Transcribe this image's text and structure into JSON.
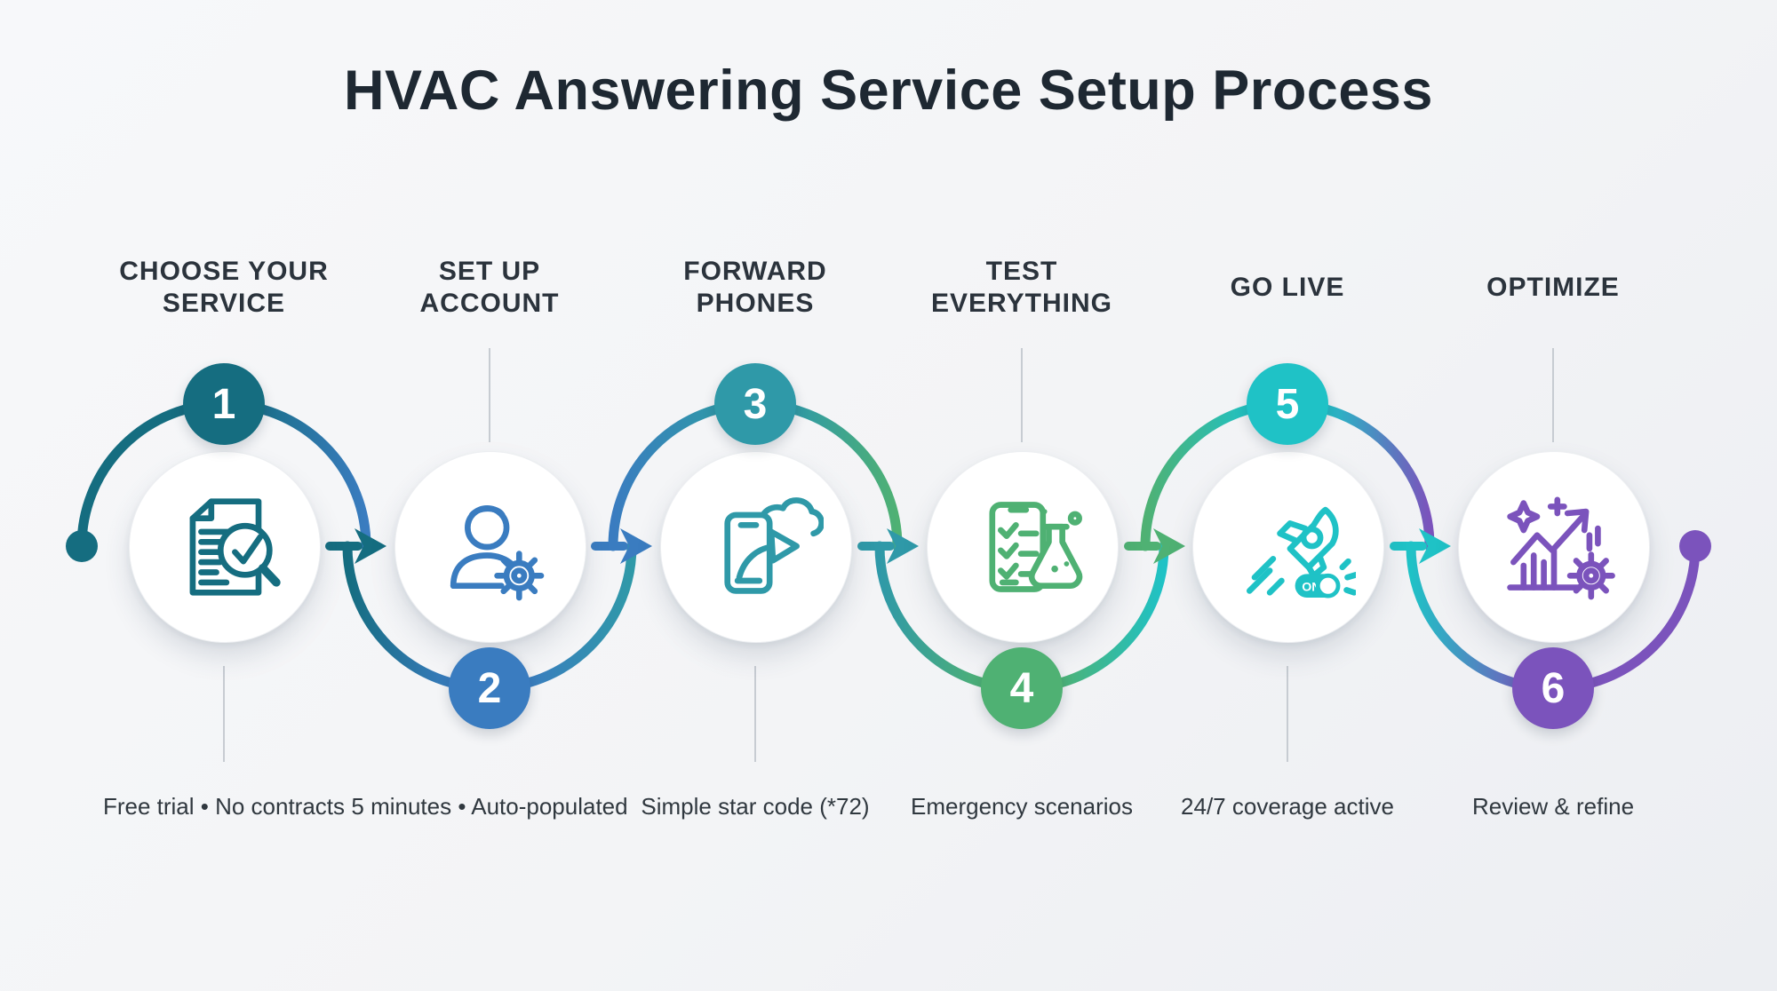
{
  "title": "HVAC Answering Service Setup Process",
  "colors": {
    "background": "#f3f4f6",
    "title_text": "#1e2832",
    "heading_text": "#2b333c",
    "caption_text": "#30383f",
    "connector_line": "#c7ccd2",
    "circle_fill": "#ffffff"
  },
  "steps": [
    {
      "number": "1",
      "heading_line1": "CHOOSE YOUR",
      "heading_line2": "SERVICE",
      "caption": "Free trial • No contracts",
      "color": "#156d80",
      "badge_position": "top",
      "icon": "document-check-magnifier-icon"
    },
    {
      "number": "2",
      "heading_line1": "SET UP",
      "heading_line2": "ACCOUNT",
      "caption": "5 minutes • Auto-populated",
      "color": "#3a7cc0",
      "badge_position": "bottom",
      "icon": "user-gear-icon"
    },
    {
      "number": "3",
      "heading_line1": "FORWARD",
      "heading_line2": "PHONES",
      "caption": "Simple star code (*72)",
      "color": "#2f99a8",
      "badge_position": "top",
      "icon": "phone-forward-cloud-icon"
    },
    {
      "number": "4",
      "heading_line1": "TEST",
      "heading_line2": "EVERYTHING",
      "caption": "Emergency scenarios",
      "color": "#4fb173",
      "badge_position": "bottom",
      "icon": "checklist-flask-icon"
    },
    {
      "number": "5",
      "heading_line1": "GO LIVE",
      "heading_line2": "",
      "caption": "24/7 coverage active",
      "color": "#1fc2c6",
      "badge_position": "top",
      "icon": "rocket-launch-toggle-icon",
      "toggle_label": "ON"
    },
    {
      "number": "6",
      "heading_line1": "OPTIMIZE",
      "heading_line2": "",
      "caption": "Review & refine",
      "color": "#7b53bc",
      "badge_position": "bottom",
      "icon": "growth-chart-gear-icon"
    }
  ]
}
